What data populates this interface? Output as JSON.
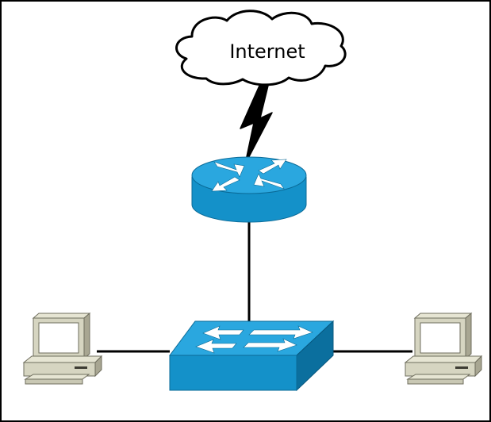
{
  "diagram": {
    "cloud_label": "Internet"
  },
  "colors": {
    "device_top": "#1f9fd6",
    "device_side": "#0c76a8",
    "device_dark": "#07577e",
    "arrow": "#ffffff",
    "link": "#000000",
    "pc_body": "#d9d8c4",
    "pc_shadow": "#9c9a86",
    "pc_screen": "#ffffff"
  },
  "nodes": [
    {
      "id": "cloud",
      "kind": "cloud",
      "icon": "cloud-icon"
    },
    {
      "id": "router",
      "kind": "router",
      "icon": "router-icon"
    },
    {
      "id": "switch",
      "kind": "switch",
      "icon": "switch-icon"
    },
    {
      "id": "pc-left",
      "kind": "workstation",
      "icon": "computer-icon"
    },
    {
      "id": "pc-right",
      "kind": "workstation",
      "icon": "computer-icon"
    }
  ],
  "links": [
    {
      "from": "cloud",
      "to": "router",
      "kind": "wan-lightning"
    },
    {
      "from": "router",
      "to": "switch",
      "kind": "ethernet"
    },
    {
      "from": "pc-left",
      "to": "switch",
      "kind": "ethernet"
    },
    {
      "from": "switch",
      "to": "pc-right",
      "kind": "ethernet"
    }
  ]
}
